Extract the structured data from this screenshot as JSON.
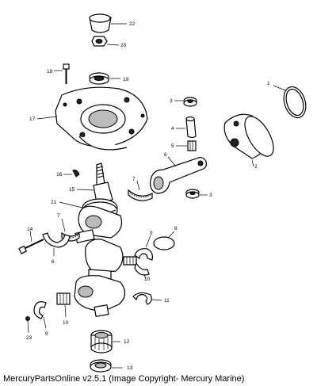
{
  "footer": {
    "text": "MercuryPartsOnline v2.5.1 (Image Copyright- Mercury Marine)"
  },
  "callouts": {
    "c1": "1",
    "c2": "2",
    "c3a": "3",
    "c3b": "3",
    "c4": "4",
    "c5": "5",
    "c6a": "6",
    "c6b": "6",
    "c7a": "7",
    "c7b": "7",
    "c8": "8",
    "c9a": "9",
    "c9b": "9",
    "c10a": "10",
    "c10b": "10",
    "c11": "11",
    "c12": "12",
    "c13": "13",
    "c14": "14",
    "c15": "15",
    "c16": "16",
    "c17": "17",
    "c18": "18",
    "c19": "19",
    "c20": "20",
    "c21": "21",
    "c22": "22",
    "c23": "23"
  }
}
